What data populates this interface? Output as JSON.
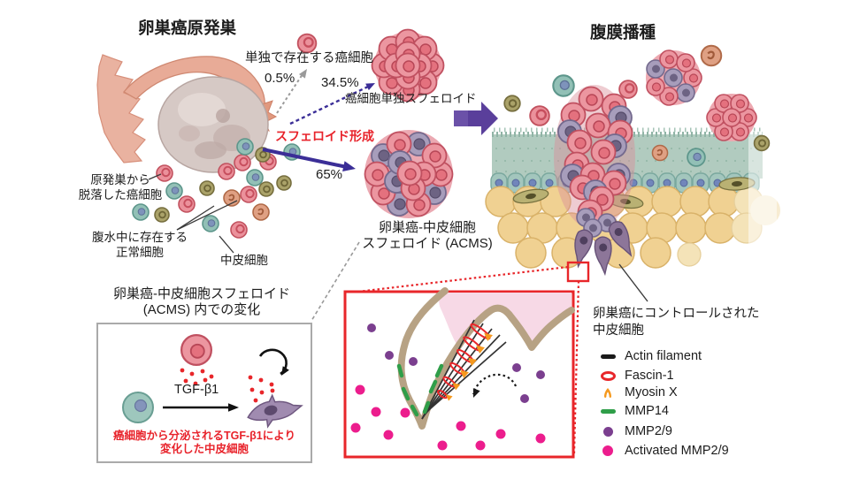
{
  "colors": {
    "accent_red": "#e8262a",
    "label_red": "#e8232b",
    "flow_indigo": "#3b2e97",
    "big_arrow_purple": "#5a3f9b",
    "membrane_tan": "#b7a284",
    "cell_cancer": "#ec96a0",
    "cell_mesothelial": "#92c0b6",
    "cell_transformed": "#a79dbb"
  },
  "primary": {
    "title": "卵巣癌原発巣",
    "detached_label_line1": "原発巣から",
    "detached_label_line2": "脱落した癌細胞",
    "ascites_label_line1": "腹水中に存在する",
    "ascites_label_line2": "正常細胞",
    "mesothelial_label": "中皮細胞"
  },
  "flow": {
    "single_cell_label": "単独で存在する癌細胞",
    "single_cell_pct": "0.5%",
    "cancer_spheroid_pct": "34.5%",
    "cancer_spheroid_label": "癌細胞単独スフェロイド",
    "formation_label": "スフェロイド形成",
    "acms_pct": "65%",
    "acms_label_line1": "卵巣癌-中皮細胞",
    "acms_label_line2": "スフェロイド (ACMS)"
  },
  "dissemination": {
    "title": "腹膜播種",
    "controlled_label_line1": "卵巣癌にコントロールされた",
    "controlled_label_line2": "中皮細胞"
  },
  "legend": {
    "items": [
      {
        "id": "actin",
        "label": "Actin filament",
        "color": "#1a1a1a"
      },
      {
        "id": "fascin-1",
        "label": "Fascin-1",
        "color": "#e8262a"
      },
      {
        "id": "myosin-x",
        "label": "Myosin X",
        "color": "#f5991e"
      },
      {
        "id": "mmp14",
        "label": "MMP14",
        "color": "#2f9e49"
      },
      {
        "id": "mmp2-9",
        "label": "MMP2/9",
        "color": "#7b3f8f"
      },
      {
        "id": "activated-mmp2-9",
        "label": "Activated MMP2/9",
        "color": "#ec1d8d"
      }
    ]
  },
  "tgf_box": {
    "title_line1": "卵巣癌-中皮細胞スフェロイド",
    "title_line2": "(ACMS) 内での変化",
    "arrow_label": "TGF-β1",
    "caption_line1": "癌細胞から分泌されるTGF-β1により",
    "caption_line2": "変化した中皮細胞"
  }
}
